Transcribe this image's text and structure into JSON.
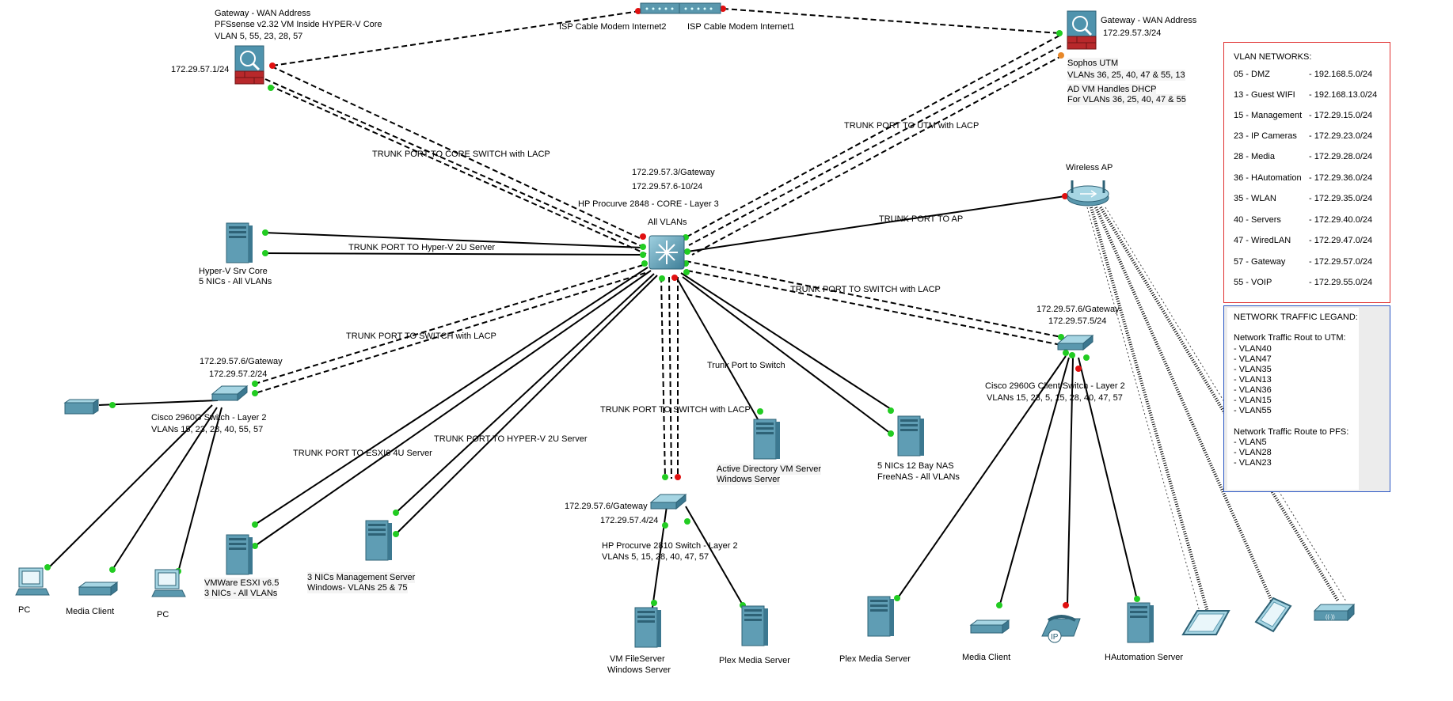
{
  "colors": {
    "link": "#000000",
    "port_up": "#22cc22",
    "port_down": "#e01010",
    "device": "#4f93ad",
    "firewall_brick": "#b8282b",
    "vlan_border": "#e03131",
    "legend_border": "#2b57c5"
  },
  "labels": {
    "pfsense_title": "Gateway - WAN Address",
    "pfsense_model": "PFSsense v2.32 VM Inside HYPER-V Core",
    "pfsense_vlans": "VLAN 5, 55, 23, 28, 57",
    "pfsense_ip": "172.29.57.1/24",
    "modem2": "ISP Cable Modem Internet2",
    "modem1": "ISP Cable Modem Internet1",
    "sophos_title": "Gateway - WAN Address",
    "sophos_ip": "172.29.57.3/24",
    "sophos_name": "Sophos UTM",
    "sophos_vlans": "VLANs 36, 25, 40, 47 & 55, 13",
    "sophos_dhcp1": "AD VM Handles DHCP",
    "sophos_dhcp2": "For VLANs 36, 25, 40, 47 & 55",
    "trunk_core": "TRUNK PORT TO CORE SWITCH with LACP",
    "trunk_utm": "TRUNK PORT TO UTM with LACP",
    "core_ip1": "172.29.57.3/Gateway",
    "core_ip2": "172.29.57.6-10/24",
    "core_name": "HP Procurve 2848 - CORE - Layer 3",
    "core_vlans": "All VLANs",
    "wireless_ap": "Wireless AP",
    "trunk_ap": "TRUNK PORT TO AP",
    "hyperv_core1": "Hyper-V Srv Core",
    "hyperv_core2": "5 NICs - All VLANs",
    "trunk_hyperv": "TRUNK PORT TO Hyper-V 2U Server",
    "trunk_switch_left": "TRUNK PORT TO SWITCH with LACP",
    "trunk_switch_right": "TRUNK PORT TO SWITCH with LACP",
    "sw_left_ip1": "172.29.57.6/Gateway",
    "sw_left_ip2": "172.29.57.2/24",
    "sw_left_name": "Cisco 2960G Switch - Layer 2",
    "sw_left_vlans": "VLANs 15, 23, 28, 40, 55, 57",
    "sw_right_ip1": "172.29.57.6/Gateway",
    "sw_right_ip2": "172.29.57.5/24",
    "sw_right_name": "Cisco 2960G Client Switch - Layer 2",
    "sw_right_vlans": "VLANs 15, 23, 5, 15, 28, 40, 47, 57",
    "trunk_esxi": "TRUNK PORT TO ESXI6 4U Server",
    "trunk_hyperv2": "TRUNK PORT TO HYPER-V 2U Server",
    "trunk_switch_mid": "TRUNK PORT TO SWITCH with LACP",
    "trunk_to_switch": "Trunk Port to Switch",
    "ad_server1": "Active Directory VM Server",
    "ad_server2": "Windows Server",
    "nas1": "5 NICs 12 Bay NAS",
    "nas2": "FreeNAS - All VLANs",
    "sw_mid_ip1": "172.29.57.6/Gateway",
    "sw_mid_ip2": "172.29.57.4/24",
    "sw_mid_name": "HP Procurve 2810 Switch - Layer 2",
    "sw_mid_vlans": "VLANs 5, 15, 28, 40, 47, 57",
    "esxi1": "VMWare ESXI v6.5",
    "esxi2": "3 NICs - All VLANs",
    "mgmt1": "3 NICs Management Server",
    "mgmt2": "Windows- VLANs 25 & 75",
    "pc1": "PC",
    "media_client_left": "Media Client",
    "pc2": "PC",
    "vm_file1": "VM FileServer",
    "vm_file2": "Windows Server",
    "plex_mid": "Plex Media Server",
    "plex_right": "Plex Media Server",
    "media_client_right": "Media Client",
    "hauto": "HAutomation Server"
  },
  "vlan_box": {
    "title": "VLAN NETWORKS:",
    "rows": [
      {
        "name": "05 - DMZ",
        "net": "- 192.168.5.0/24"
      },
      {
        "name": "13 - Guest WIFI",
        "net": "- 192.168.13.0/24"
      },
      {
        "name": "15 - Management",
        "net": "- 172.29.15.0/24"
      },
      {
        "name": "23 - IP Cameras",
        "net": "- 172.29.23.0/24"
      },
      {
        "name": "28 - Media",
        "net": "- 172.29.28.0/24"
      },
      {
        "name": "36 - HAutomation",
        "net": "- 172.29.36.0/24"
      },
      {
        "name": "35 - WLAN",
        "net": "- 172.29.35.0/24"
      },
      {
        "name": "40 - Servers",
        "net": "- 172.29.40.0/24"
      },
      {
        "name": "47 - WiredLAN",
        "net": "- 172.29.47.0/24"
      },
      {
        "name": "57 - Gateway",
        "net": "- 172.29.57.0/24"
      },
      {
        "name": "55 - VOIP",
        "net": "- 172.29.55.0/24"
      }
    ]
  },
  "legend": {
    "title": "NETWORK TRAFFIC LEGAND:",
    "utm_title": "Network Traffic Rout to UTM:",
    "utm_items": [
      "- VLAN40",
      "- VLAN47",
      "- VLAN35",
      "- VLAN13",
      "- VLAN36",
      "- VLAN15",
      "- VLAN55"
    ],
    "pfs_title": "Network Traffic Route to PFS:",
    "pfs_items": [
      "- VLAN5",
      "- VLAN28",
      "- VLAN23"
    ]
  }
}
